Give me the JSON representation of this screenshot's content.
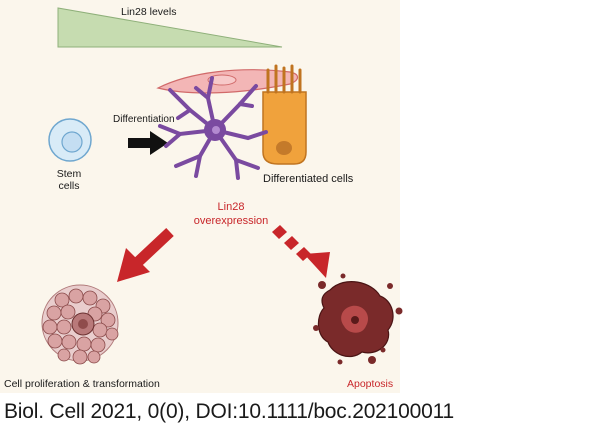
{
  "labels": {
    "lin28_levels": "Lin28 levels",
    "differentiation": "Differentiation",
    "stem_cells_line1": "Stem",
    "stem_cells_line2": "cells",
    "differentiated_cells": "Differentiated cells",
    "overexpression_line1": "Lin28",
    "overexpression_line2": "overexpression",
    "proliferation": "Cell proliferation & transformation",
    "apoptosis": "Apoptosis"
  },
  "citation": "Biol. Cell 2021, 0(0), DOI:10.1111/boc.202100011",
  "colors": {
    "panel_background": "#fbf6ec",
    "gradient_fill": "#c6dcb0",
    "gradient_stroke": "#8fb07a",
    "stem_cell_fill": "#d8ebf7",
    "stem_cell_stroke": "#6fa7cf",
    "neuron_fill": "#7a4aa0",
    "muscle_cell_fill": "#f3b6b6",
    "epithelial_fill": "#f0a23c",
    "highlight_red": "#c8262a",
    "arrow_black": "#111111",
    "tumor_fill": "#d9a3a3",
    "apoptotic_fill": "#7a2a2a"
  }
}
